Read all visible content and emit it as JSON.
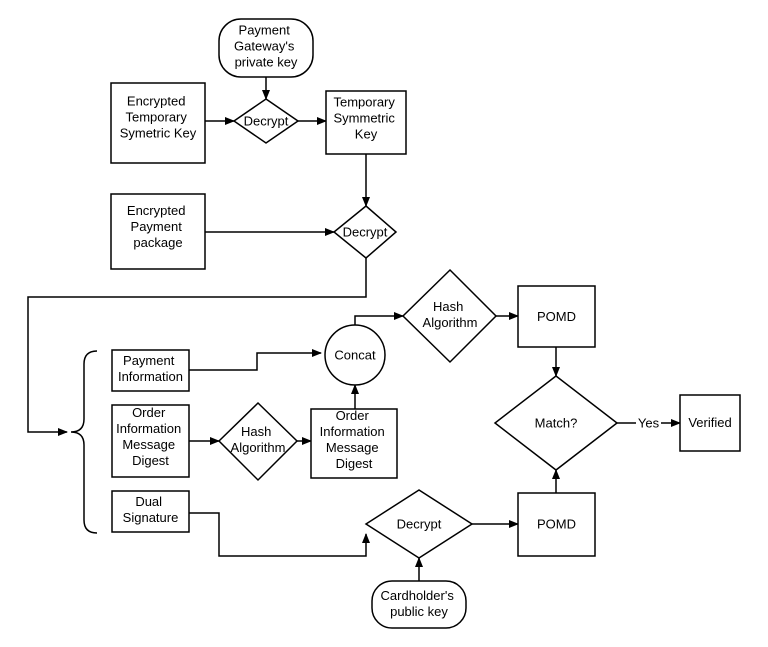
{
  "nodes": {
    "pg_private_key": [
      "Payment",
      "Gateway's",
      "private key"
    ],
    "enc_temp_sym_key": [
      "Encrypted",
      "Temporary",
      "Symetric Key"
    ],
    "decrypt_1": [
      "Decrypt"
    ],
    "temp_sym_key": [
      "Temporary",
      "Symmetric",
      "Key"
    ],
    "enc_payment_package": [
      "Encrypted",
      "Payment",
      "package"
    ],
    "decrypt_2": [
      "Decrypt"
    ],
    "payment_information": [
      "Payment",
      "Information"
    ],
    "concat": [
      "Concat"
    ],
    "hash_algorithm_top": [
      "Hash",
      "Algorithm"
    ],
    "pomd_top": [
      "POMD"
    ],
    "oimd_input": [
      "Order",
      "Information",
      "Message",
      "Digest"
    ],
    "hash_algorithm_mid": [
      "Hash",
      "Algorithm"
    ],
    "oimd_output": [
      "Order",
      "Information",
      "Message",
      "Digest"
    ],
    "match": [
      "Match?"
    ],
    "verified": [
      "Verified"
    ],
    "dual_signature": [
      "Dual",
      "Signature"
    ],
    "decrypt_3": [
      "Decrypt"
    ],
    "pomd_bottom": [
      "POMD"
    ],
    "cardholder_public_key": [
      "Cardholder's",
      "public key"
    ]
  },
  "edge_labels": {
    "match_to_verified": "Yes"
  },
  "colors": {
    "stroke": "#000000",
    "fill": "#ffffff",
    "text": "#000000"
  }
}
